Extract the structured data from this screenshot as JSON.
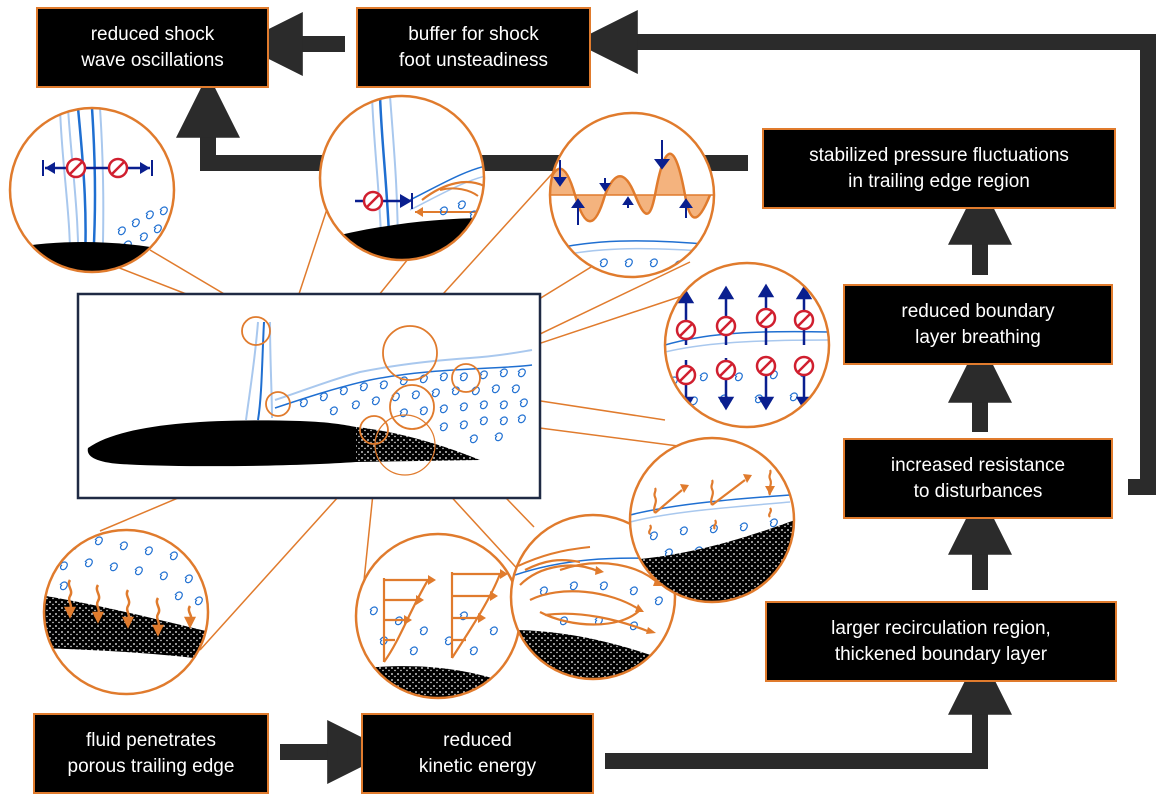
{
  "boxes": {
    "reduced_shock": "reduced shock\nwave oscillations",
    "buffer_shock_foot": "buffer for shock\nfoot unsteadiness",
    "stabilized_pressure": "stabilized pressure fluctuations\nin trailing edge region",
    "reduced_breathing": "reduced boundary\nlayer breathing",
    "increased_resistance": "increased resistance\nto disturbances",
    "larger_recirculation": "larger recirculation region,\nthickened boundary layer",
    "fluid_penetrates": "fluid penetrates\nporous trailing edge",
    "reduced_kinetic": "reduced\nkinetic energy"
  },
  "colors": {
    "box_fill": "#000000",
    "box_border": "#e07b2d",
    "box_text": "#ffffff",
    "arrow": "#2b2b2b",
    "accent_orange": "#e07b2d",
    "flow_blue": "#1f6fd1",
    "flow_light_blue": "#a9c8ee",
    "vector_navy": "#0a1f8f",
    "inhibit_red": "#d01f2f",
    "panel_border": "#1f2a44"
  },
  "icons": [
    "prohibited-arrow-icon",
    "pressure-wave-icon",
    "velocity-profile-icon",
    "seepage-arrow-icon"
  ]
}
